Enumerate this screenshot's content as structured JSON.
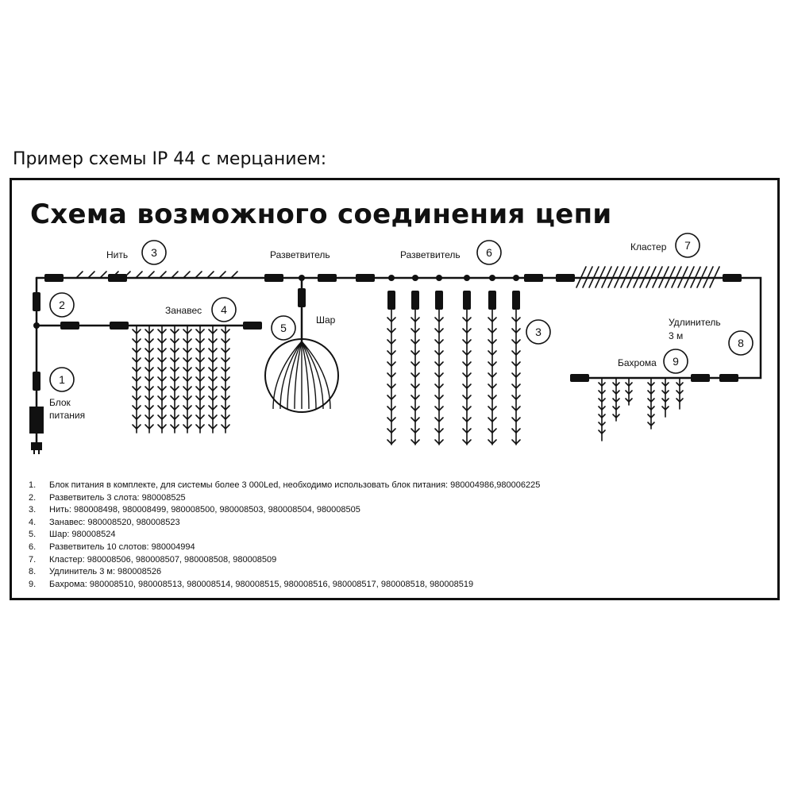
{
  "page_heading": "Пример схемы IP 44 с мерцанием:",
  "diagram": {
    "title": "Схема возможного соединения цепи",
    "labels": {
      "nit": "Нить",
      "razvetvitel_top": "Разветвитель",
      "razvetvitel_6": "Разветвитель",
      "klaster": "Кластер",
      "zanaves": "Занавес",
      "shar": "Шар",
      "udlinitel": "Удлинитель",
      "udlinitel_len": "3 м",
      "bahroma": "Бахрома",
      "blok": "Блок",
      "pitaniya": "питания"
    },
    "badges": {
      "b1": "1",
      "b2": "2",
      "b3": "3",
      "b3b": "3",
      "b4": "4",
      "b5": "5",
      "b6": "6",
      "b7": "7",
      "b8": "8",
      "b9": "9"
    }
  },
  "legend": [
    {
      "num": "1.",
      "text": "Блок питания в комплекте, для системы более 3 000Led, необходимо использовать блок питания: 980004986,980006225"
    },
    {
      "num": "2.",
      "text": "Разветвитель 3 слота: 980008525"
    },
    {
      "num": "3.",
      "text": "Нить: 980008498, 980008499, 980008500, 980008503, 980008504, 980008505"
    },
    {
      "num": "4.",
      "text": "Занавес: 980008520, 980008523"
    },
    {
      "num": "5.",
      "text": "Шар: 980008524"
    },
    {
      "num": "6.",
      "text": "Разветвитель 10 слотов: 980004994"
    },
    {
      "num": "7.",
      "text": "Кластер: 980008506, 980008507, 980008508, 980008509"
    },
    {
      "num": "8.",
      "text": "Удлинитель 3 м: 980008526"
    },
    {
      "num": "9.",
      "text": "Бахрома: 980008510, 980008513, 980008514, 980008515, 980008516, 980008517, 980008518, 980008519"
    }
  ]
}
